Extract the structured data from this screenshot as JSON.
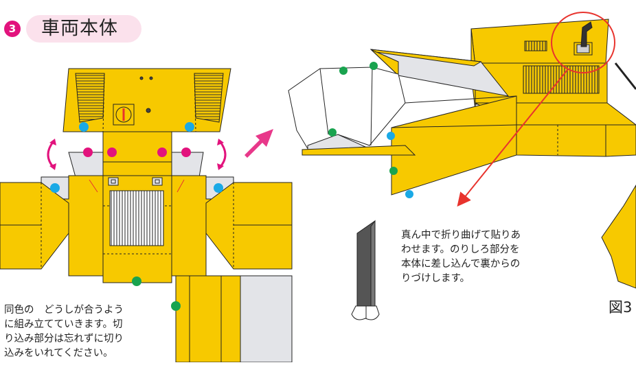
{
  "step": {
    "number": "3",
    "title": "車両本体"
  },
  "instructions": {
    "assembly": "同色の　どうしが合うよう\nに組み立てていきます。切\nり込み部分は忘れずに切り\n込みをいれてください。",
    "exhaust": "真ん中で折り曲げて貼りあ\nわせます。のりしろ部分を\n本体に差し込んで裏からの\nりづけします。"
  },
  "figure_label": "図3",
  "colors": {
    "part_yellow": "#f7c900",
    "outline": "#222222",
    "grille_gray": "#777777",
    "flap_gray": "#e3e4e8",
    "step_accent": "#e2137d",
    "step_pill_bg": "#fbe1ec",
    "marker_blue": "#1aa9e6",
    "marker_magenta": "#e2137d",
    "marker_green": "#19a34f",
    "arrow_magenta": "#e8388a",
    "callout_red": "#e8332d",
    "exhaust_dark": "#555555"
  },
  "icons": {
    "rotate_arrow": "curved-double-arrow-icon",
    "direction_arrow": "diagonal-arrow-icon",
    "callout_arrow": "arrow-icon"
  }
}
